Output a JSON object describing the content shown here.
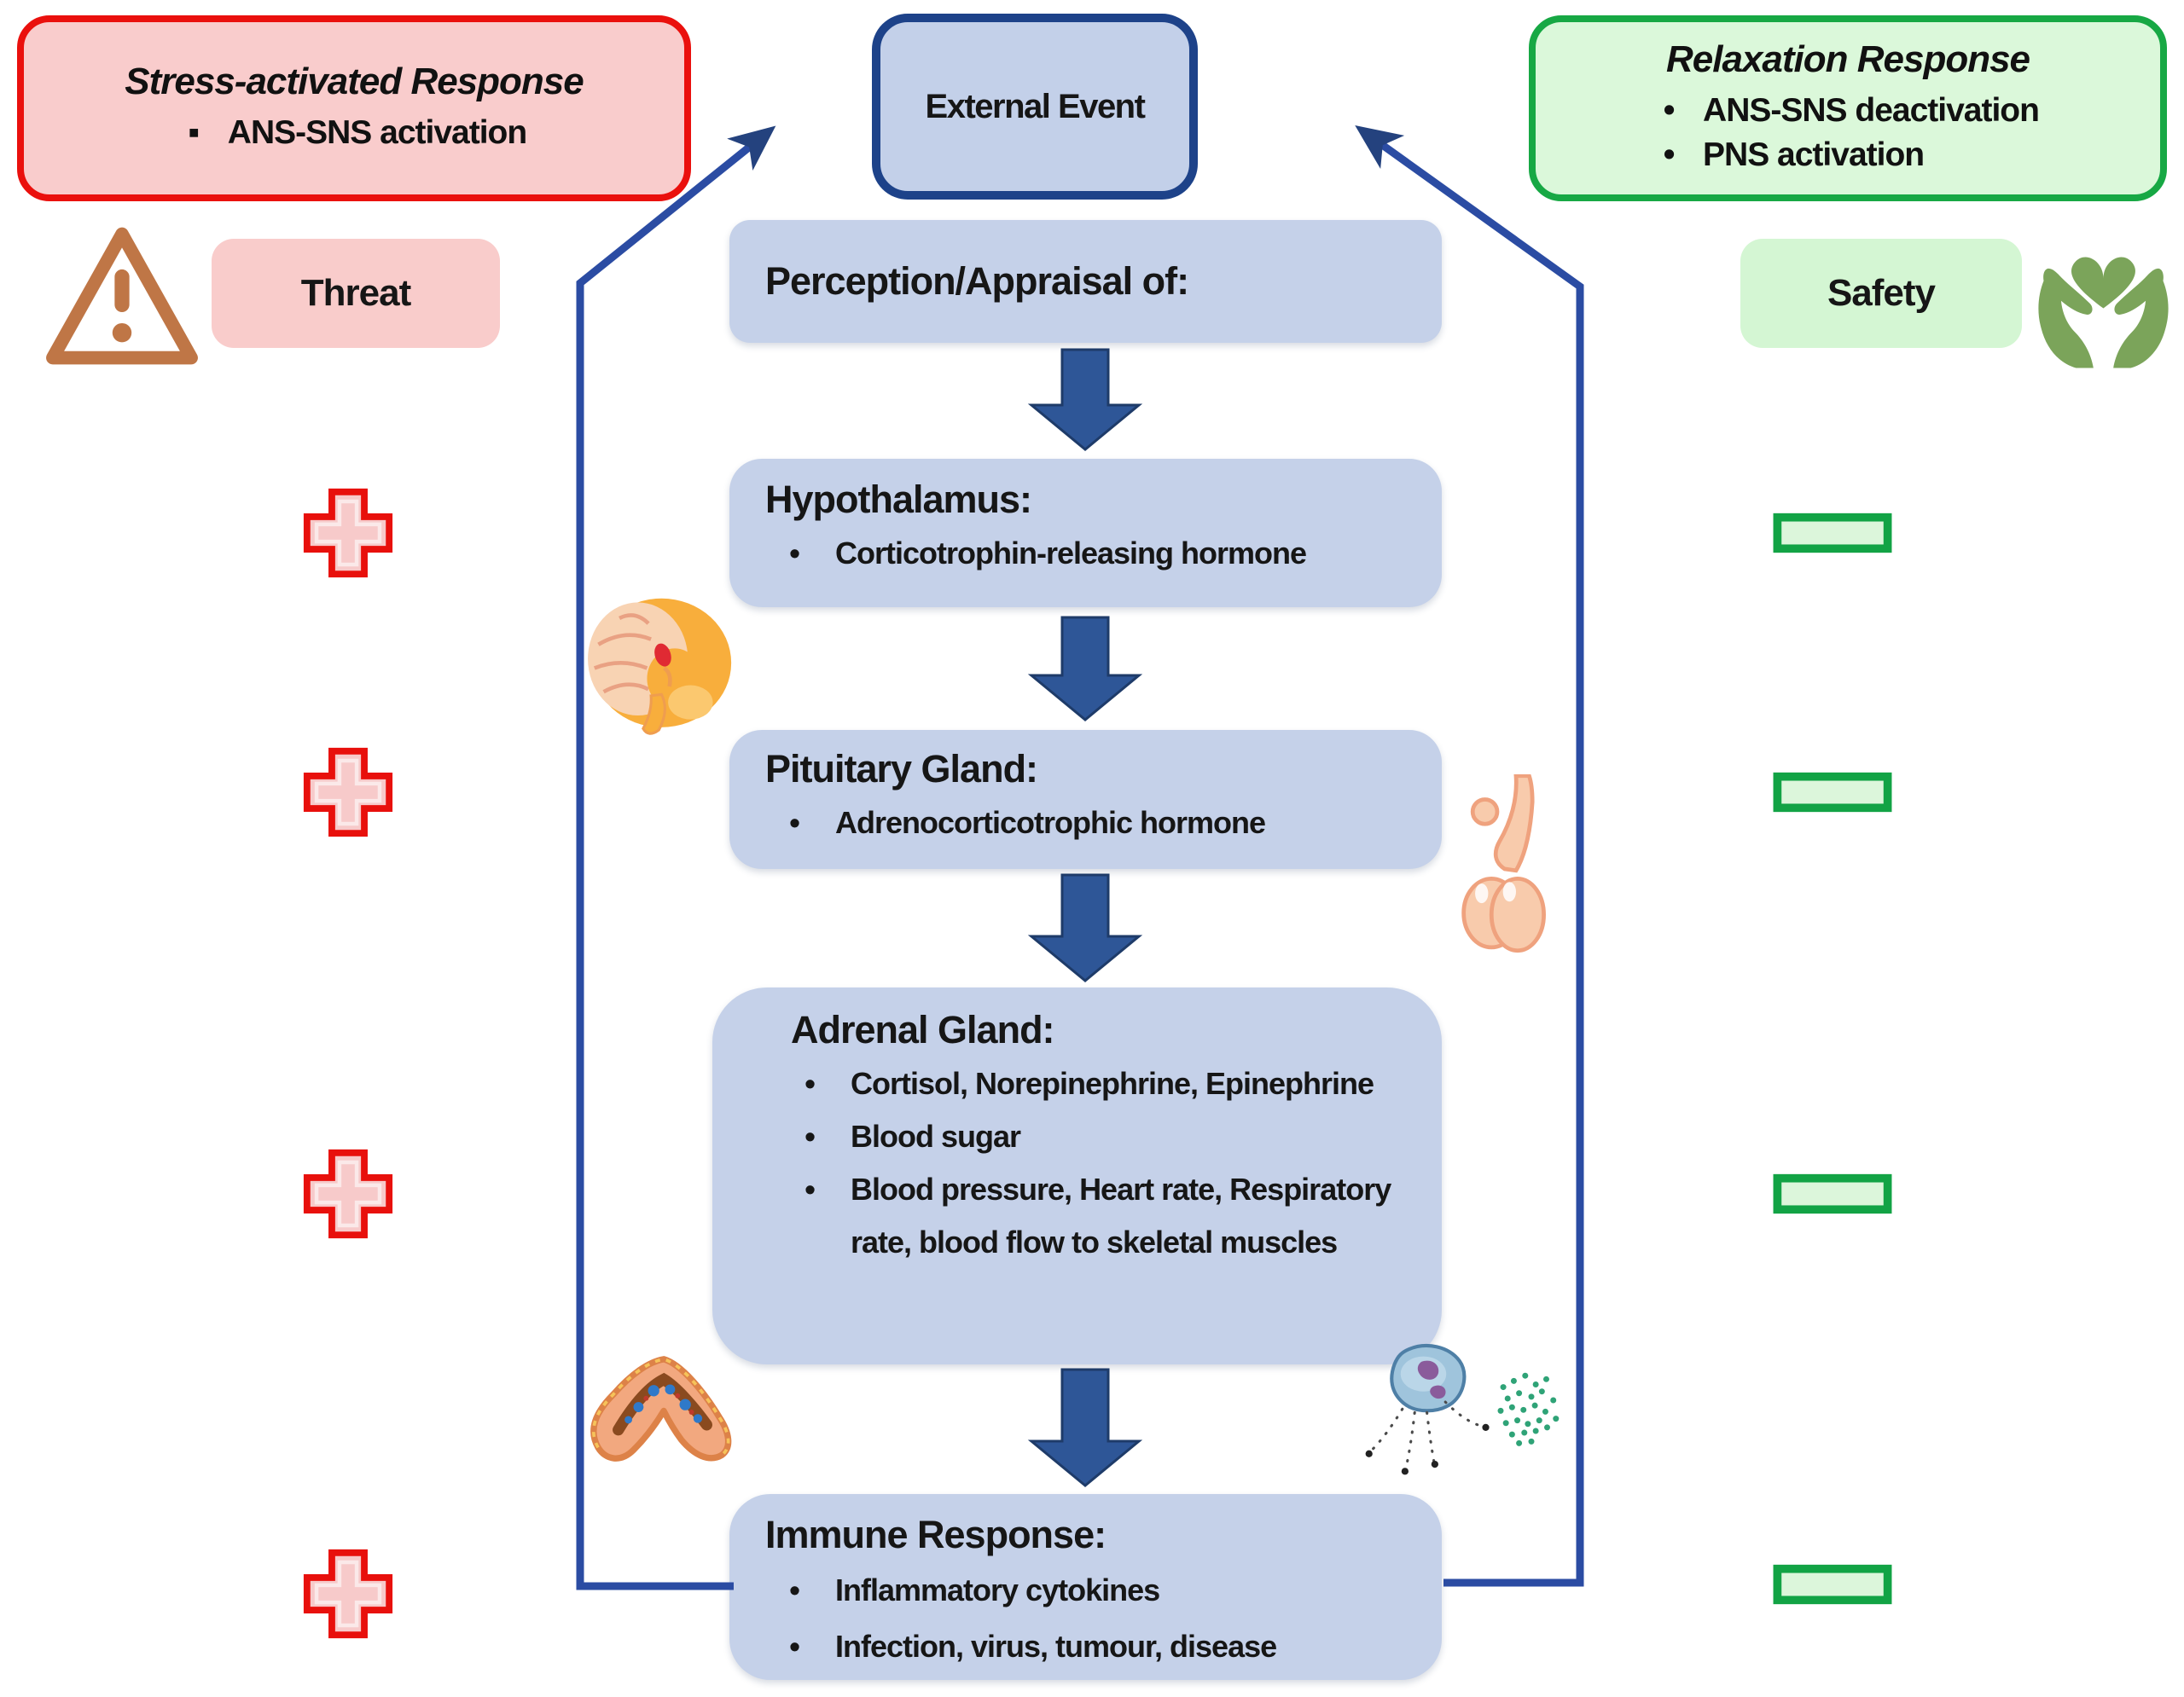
{
  "top": {
    "stress": {
      "title": "Stress-activated Response",
      "bullets": [
        "ANS-SNS activation"
      ],
      "bullet_char": "▪"
    },
    "external_event": {
      "label": "External Event"
    },
    "relaxation": {
      "title": "Relaxation Response",
      "bullets": [
        "ANS-SNS deactivation",
        "PNS activation"
      ],
      "bullet_char": "•"
    }
  },
  "side_labels": {
    "threat": "Threat",
    "safety": "Safety"
  },
  "flow_boxes": [
    {
      "title": "Perception/Appraisal of:",
      "bullets": []
    },
    {
      "title": "Hypothalamus:",
      "bullets": [
        "Corticotrophin-releasing hormone"
      ]
    },
    {
      "title": "Pituitary Gland:",
      "bullets": [
        "Adrenocorticotrophic hormone"
      ]
    },
    {
      "title": "Adrenal Gland:",
      "bullets": [
        "Cortisol, Norepinephrine, Epinephrine",
        "Blood sugar",
        "Blood pressure, Heart rate, Respiratory rate, blood flow to skeletal muscles"
      ]
    },
    {
      "title": "Immune Response:",
      "bullets": [
        "Inflammatory cytokines",
        "Infection, virus, tumour, disease"
      ]
    }
  ],
  "indicators": {
    "left_plus_marks": 4,
    "right_minus_marks": 4
  },
  "icons": {
    "warning_triangle": "warning-triangle-icon",
    "hands_heart": "hands-holding-heart-icon",
    "brain": "brain-hypothalamus-icon",
    "pituitary": "pituitary-gland-icon",
    "adrenal": "adrenal-gland-icon",
    "immune_cell": "immune-cell-icon",
    "plus": "plus-activation-icon",
    "minus": "minus-deactivation-icon"
  },
  "colors": {
    "flow_box_fill": "#C5D1E9",
    "arrow_fill": "#2E5697",
    "arrow_stroke": "#1E3B69",
    "loop_line": "#2B4CA3",
    "stress_fill": "#F9CCCC",
    "stress_border": "#EA100D",
    "relax_fill": "#DBF8DA",
    "relax_border": "#17A844",
    "plus_red": "#E8100C",
    "minus_green": "#12A345",
    "warning_brown": "#BF7646",
    "hands_green": "#7BA45A"
  }
}
